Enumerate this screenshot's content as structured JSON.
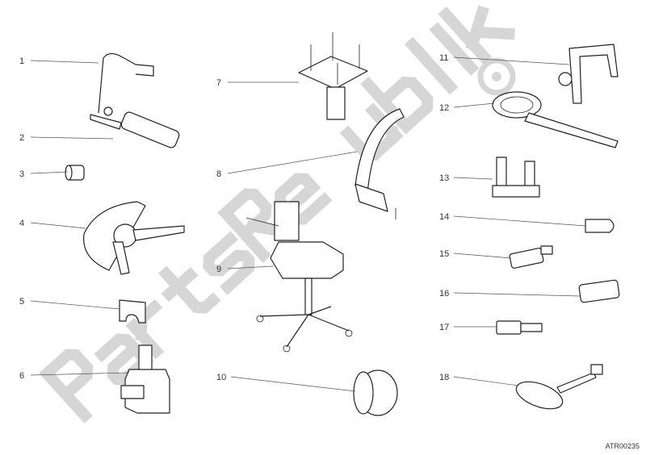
{
  "watermark": "PartsRepublik",
  "drawing_code": "ATR00235",
  "callouts": [
    "1",
    "2",
    "3",
    "4",
    "5",
    "6",
    "7",
    "8",
    "9",
    "10",
    "11",
    "12",
    "13",
    "14",
    "15",
    "16",
    "17",
    "18"
  ]
}
